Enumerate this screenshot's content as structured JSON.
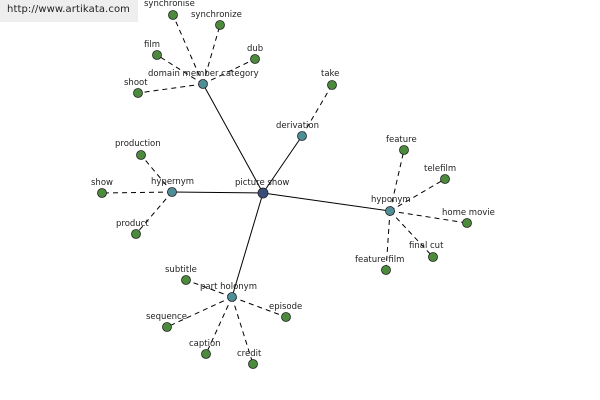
{
  "banner": {
    "url": "http://www.artikata.com"
  },
  "colors": {
    "root": "#3a4d7a",
    "hub": "#4f8d97",
    "leaf": "#4c8a3c",
    "edge": "#000000"
  },
  "graph": {
    "root": {
      "id": "root",
      "label": "picture show"
    },
    "hubs": [
      {
        "id": "dmc",
        "label": "domain member category"
      },
      {
        "id": "deriv",
        "label": "derivation"
      },
      {
        "id": "hyper",
        "label": "hypernym"
      },
      {
        "id": "hypo",
        "label": "hyponym"
      },
      {
        "id": "part",
        "label": "part holonym"
      }
    ],
    "leaves": [
      {
        "hub": "dmc",
        "label": "synchronise"
      },
      {
        "hub": "dmc",
        "label": "synchronize"
      },
      {
        "hub": "dmc",
        "label": "film"
      },
      {
        "hub": "dmc",
        "label": "dub"
      },
      {
        "hub": "dmc",
        "label": "shoot"
      },
      {
        "hub": "deriv",
        "label": "take"
      },
      {
        "hub": "hyper",
        "label": "production"
      },
      {
        "hub": "hyper",
        "label": "show"
      },
      {
        "hub": "hyper",
        "label": "product"
      },
      {
        "hub": "hypo",
        "label": "feature"
      },
      {
        "hub": "hypo",
        "label": "telefilm"
      },
      {
        "hub": "hypo",
        "label": "home movie"
      },
      {
        "hub": "hypo",
        "label": "final cut"
      },
      {
        "hub": "hypo",
        "label": "feature film"
      },
      {
        "hub": "part",
        "label": "subtitle"
      },
      {
        "hub": "part",
        "label": "episode"
      },
      {
        "hub": "part",
        "label": "sequence"
      },
      {
        "hub": "part",
        "label": "caption"
      },
      {
        "hub": "part",
        "label": "credit"
      }
    ]
  }
}
